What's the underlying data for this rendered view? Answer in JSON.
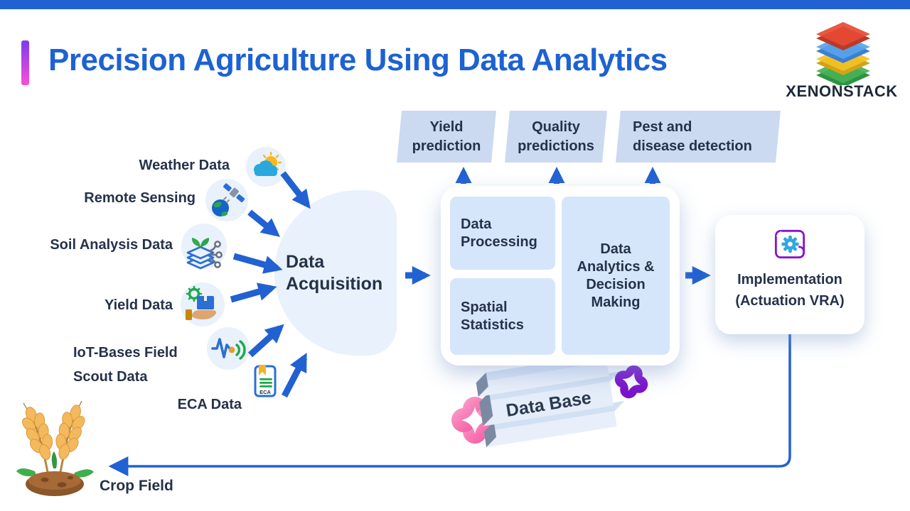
{
  "header": {
    "title": "Precision Agriculture Using Data Analytics",
    "brand": "XENONSTACK"
  },
  "sources": [
    {
      "label": "Weather Data",
      "icon": "weather-icon"
    },
    {
      "label": "Remote Sensing",
      "icon": "satellite-icon"
    },
    {
      "label": "Soil Analysis Data",
      "icon": "soil-layers-icon"
    },
    {
      "label": "Yield Data",
      "icon": "hand-box-icon"
    },
    {
      "line1": "IoT-Bases Field",
      "line2": "Scout Data",
      "icon": "iot-signal-icon"
    },
    {
      "label": "ECA Data",
      "icon": "eca-book-icon",
      "icon_text": "ECA"
    }
  ],
  "acquisition": {
    "label": "Data Acquisition"
  },
  "processing_boxes": {
    "data_processing": "Data Processing",
    "spatial_statistics": "Spatial Statistics",
    "analytics": "Data Analytics & Decision Making"
  },
  "outputs": [
    {
      "line1": "Yield",
      "line2": "prediction"
    },
    {
      "line1": "Quality",
      "line2": "predictions"
    },
    {
      "line1": "Pest and",
      "line2": "disease detection"
    }
  ],
  "implementation": {
    "line1": "Implementation",
    "line2": "(Actuation VRA)"
  },
  "database": {
    "label": "Data Base"
  },
  "crop_field": {
    "label": "Crop Field"
  },
  "colors": {
    "accent_blue": "#2161d2",
    "title_blue": "#1d62d3",
    "navy": "#25324a",
    "light_blue_bg": "#e9f1fc",
    "panel_blue": "#d6e6fa",
    "tag_blue": "#cbdaf0",
    "pink": "#f766ae",
    "purple": "#7a12c8"
  }
}
